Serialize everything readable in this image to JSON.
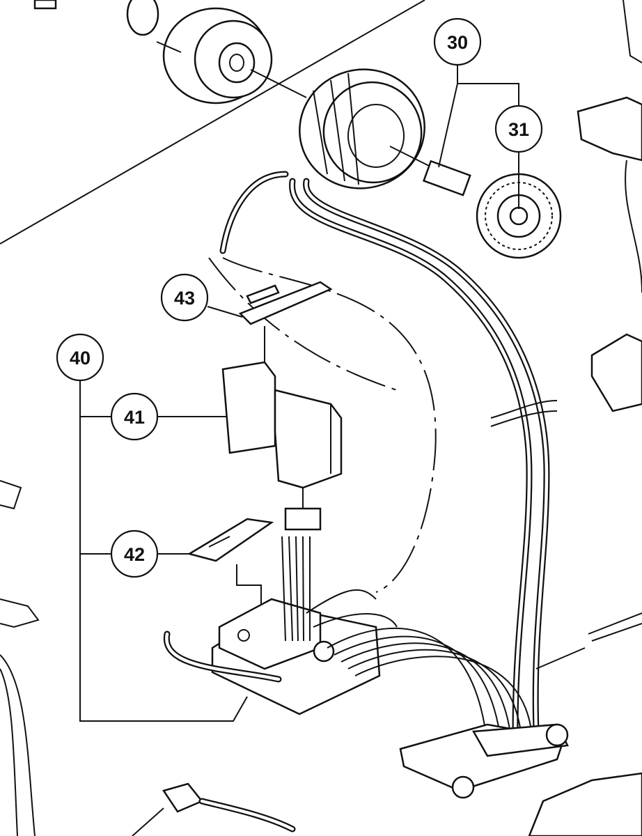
{
  "diagram": {
    "callouts": {
      "c30": "30",
      "c31": "31",
      "c40": "40",
      "c41": "41",
      "c42": "42",
      "c43": "43"
    }
  }
}
